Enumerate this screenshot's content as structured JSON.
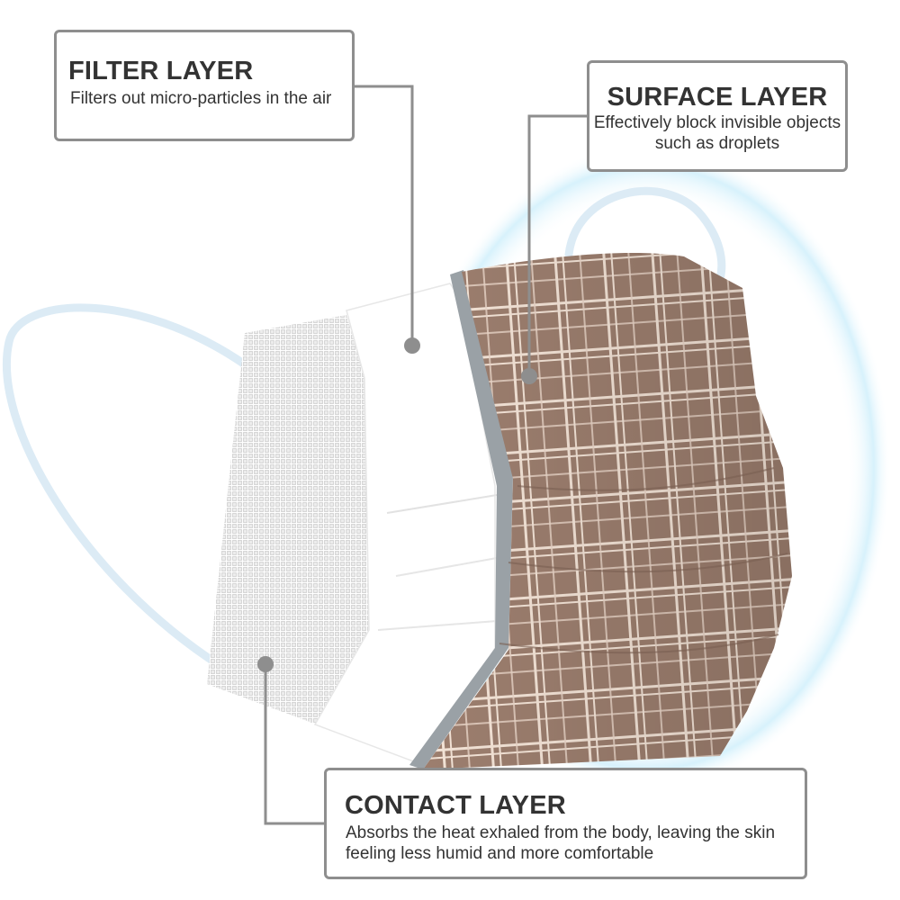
{
  "callouts": {
    "filter": {
      "title": "FILTER LAYER",
      "description": "Filters out micro-particles in the air"
    },
    "surface": {
      "title": "SURFACE LAYER",
      "description": "Effectively block invisible objects such as droplets"
    },
    "contact": {
      "title": "CONTACT LAYER",
      "description": "Absorbs the heat exhaled from the body, leaving the skin feeling less humid and more comfortable"
    }
  },
  "colors": {
    "plaid_base": "#9c7e6e",
    "plaid_line": "#f3e3d6",
    "edge_gray": "#9aa1a6",
    "ear_loop": "#dcebf5",
    "glow": "#bfe6f8",
    "connector": "#8e8e8e",
    "text": "#333333"
  },
  "icons": [
    "mask-illustration",
    "connector-dot"
  ]
}
